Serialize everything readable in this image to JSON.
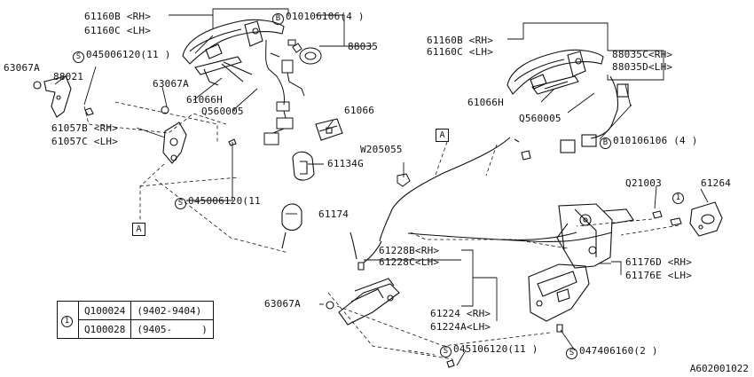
{
  "labels": {
    "l_61160b_left": "61160B <RH>",
    "l_61160c_left": "61160C <LH>",
    "l_b_010106106_top": "010106106(4 )",
    "l_88035": "88035",
    "l_s_045006120_top": "045006120(11 )",
    "l_63067a_topleft": "63067A",
    "l_88021": "88021",
    "l_63067a_mid": "63067A",
    "l_61066h_left": "61066H",
    "l_q560005_left": "Q560005",
    "l_61057b": "61057B <RH>",
    "l_61057c": "61057C <LH>",
    "l_61066": "61066",
    "l_w205055": "W205055",
    "l_61134g": "61134G",
    "l_s_045006120_mid": "045006120(11",
    "l_61174": "61174",
    "l_61160b_right": "61160B <RH>",
    "l_61160c_right": "61160C <LH>",
    "l_88035c": "88035C<RH>",
    "l_88035d": "88035D<LH>",
    "l_61066h_right": "61066H",
    "l_q560005_right": "Q560005",
    "l_b_010106106_right": "010106106 (4 )",
    "l_q21003": "Q21003",
    "l_61264": "61264",
    "l_61228b": "61228B<RH>",
    "l_61228c": "61228C<LH>",
    "l_61176d": "61176D <RH>",
    "l_61176e": "61176E <LH>",
    "l_63067a_bottom": "63067A",
    "l_61224": "61224 <RH>",
    "l_61224a": "61224A<LH>",
    "l_s_047406160": "047406160(2 )",
    "l_s_045106120": "045106120(11 )"
  },
  "markers": {
    "ref_a": "A",
    "circle_b": "B",
    "circle_s": "S",
    "circle_1": "1"
  },
  "legend": {
    "marker": "1",
    "rows": [
      {
        "part": "Q100024",
        "range": "(9402-9404)"
      },
      {
        "part": "Q100028",
        "range": "(9405-     )"
      }
    ]
  },
  "footer_code": "A602001022"
}
